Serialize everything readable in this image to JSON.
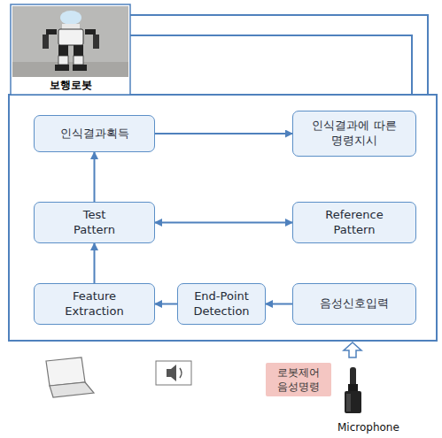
{
  "diagram": {
    "nodes": [
      {
        "text": [
          "보행로봇"
        ]
      },
      {
        "text": [
          "인식결과획득"
        ]
      },
      {
        "text": [
          "인식결과에 따른 명령지시"
        ]
      },
      {
        "text": [
          "Test Pattern"
        ]
      },
      {
        "text": [
          "Reference Pattern"
        ]
      },
      {
        "text": [
          "Feature Extraction"
        ]
      },
      {
        "text": [
          "End-Point Detection"
        ]
      },
      {
        "text": [
          "음성신호입력"
        ]
      },
      {
        "text": [
          "로봇제어 음성명령"
        ]
      }
    ],
    "edges": [
      {
        "from": 1,
        "to": 2,
        "arrow": "to"
      },
      {
        "from": 3,
        "to": 1,
        "arrow": "to"
      },
      {
        "from": 3,
        "to": 4,
        "arrow": "both"
      },
      {
        "from": 5,
        "to": 3,
        "arrow": "to"
      },
      {
        "from": 6,
        "to": 5,
        "arrow": "to"
      },
      {
        "from": 7,
        "to": 6,
        "arrow": "to"
      }
    ],
    "labels": [
      "Microphone"
    ]
  }
}
